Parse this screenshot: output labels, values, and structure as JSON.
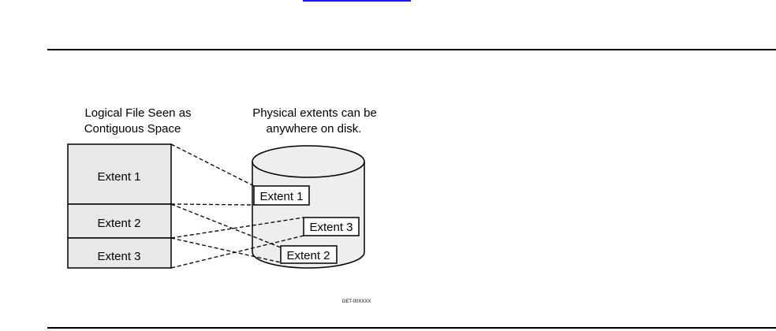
{
  "diagram": {
    "logical_heading_line1": "Logical File Seen as",
    "logical_heading_line2": "Contiguous Space",
    "physical_heading_line1": "Physical extents can be",
    "physical_heading_line2": "anywhere on disk.",
    "logical_extents": [
      "Extent 1",
      "Extent 2",
      "Extent 3"
    ],
    "physical_extents": [
      "Extent 1",
      "Extent 3",
      "Extent 2"
    ],
    "figure_code": "GET-00XXXX"
  },
  "colors": {
    "block_fill": "#e8e8e8",
    "cylinder_fill": "#eeeeee",
    "link_underline": "#1a1aff"
  }
}
